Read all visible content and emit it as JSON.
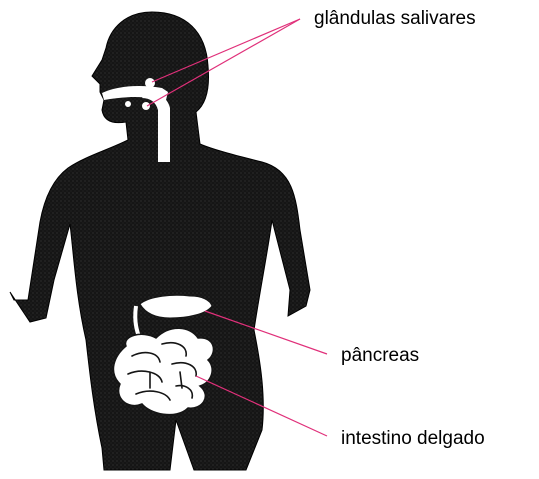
{
  "labels": {
    "salivary_glands": "glândulas salivares",
    "pancreas": "pâncreas",
    "small_intestine": "intestino delgado"
  },
  "colors": {
    "body_silhouette": "#151515",
    "organs": "#ffffff",
    "leader_lines": "#e0307a"
  }
}
